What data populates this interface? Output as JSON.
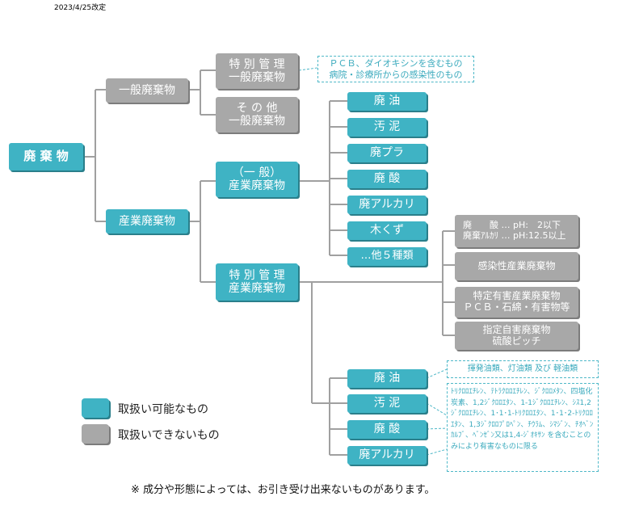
{
  "date": "2023/4/25改定",
  "root": "廃 棄 物",
  "general": {
    "label": "一般廃棄物",
    "special": [
      "特 別 管 理",
      "一般廃棄物"
    ],
    "special_note": [
      "ＰＣＢ、ダイオキシンを含むもの",
      "病院・診療所からの感染性のもの"
    ],
    "other": [
      "そ の 他",
      "一般廃棄物"
    ]
  },
  "industrial": {
    "label": "産業廃棄物",
    "general_box": [
      "（一 般）",
      "産業廃棄物"
    ],
    "general_items": [
      "廃 油",
      "汚 泥",
      "廃プラ",
      "廃 酸",
      "廃アルカリ",
      "木くず",
      "…他５種類"
    ],
    "special_box": [
      "特 別 管 理",
      "産業廃棄物"
    ],
    "special_gray": [
      [
        "廃　　酸 … pH:　2以下",
        "廃棄ｱﾙｶﾘ … pH:12.5以上"
      ],
      [
        "感染性産業廃棄物"
      ],
      [
        "特定有害産業廃棄物",
        "ＰＣＢ・石綿・有害物等"
      ],
      [
        "指定自害廃棄物",
        "硫酸ピッチ"
      ]
    ],
    "special_items": [
      "廃 油",
      "汚 泥",
      "廃 酸",
      "廃アルカリ"
    ],
    "oil_note": "揮発油類、灯油類 及び 軽油類",
    "sludge_note": "ﾄﾘｸﾛﾛｴﾁﾚﾝ、ﾃﾄﾗｸﾛﾛｴﾁﾚﾝ、ｼﾞｸﾛﾛﾒﾀﾝ、四塩化炭素、1,2ｼﾞｸﾛﾛｴﾀﾝ、1-1ｼﾞｸﾛﾛｴﾁﾚﾝ、ｼｽ1,2ｼﾞｸﾛﾛｴﾁﾚﾝ、1･1･1-ﾄﾘｸﾛﾛｴﾀﾝ、1･1･2-ﾄﾘｸﾛﾛｴﾀﾝ、1,3ｼﾞｸﾛﾛﾌﾟﾛﾍﾟﾝ、ﾁｳﾗﾑ、ｼﾏｼﾞﾝ、ﾁｵﾍﾞﾝｶﾙﾌﾞ、ﾍﾞﾝｾﾞﾝ又は1,4-ｼﾞｵｷｻﾝ を含むことのみにより有害なものに限る"
  },
  "legend": {
    "available": "取扱い可能なもの",
    "unavailable": "取扱いできないもの"
  },
  "footer": "※ 成分や形態によっては、お引き受け出来ないものがあります。",
  "colors": {
    "teal": "#3fb3c4",
    "gray": "#a8a8a8",
    "line": "#a0a0a0",
    "tealLine": "#3fb3c4"
  }
}
